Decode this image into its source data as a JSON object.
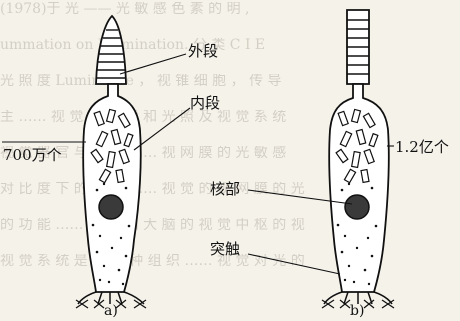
{
  "labels": {
    "outer_segment": "外段",
    "inner_segment": "内段",
    "nucleus": "核部",
    "synapse": "突触",
    "cone_count": "700万个",
    "rod_count": "1.2亿个",
    "caption_a": "a)",
    "caption_b": "b)"
  },
  "background_text": [
    "(1978)于 光 —— 光 敏 感 色 素 的 明 ,",
    "ummation  on  Illumination.  分 类  C I E",
    "光 照 度 Luminance  ，  视  锥  细  胞 ，  传  导",
    "主 ……  视 觉 的 功 能 和 光 照 及 视 觉 系 统",
    "视 觉 器 官 与 光 照 …… 视 网 膜 的 光 敏 感",
    "对 比 度 下 的 视 觉 …… 视 觉 的 视 网 膜 的 光",
    "的 功 能 …… 传 导 到 大 脑 的 视 觉 中 枢 的 视",
    "视 觉 系 统 是 由 多 种 组 织 …… 视 觉 对 光 的"
  ]
}
